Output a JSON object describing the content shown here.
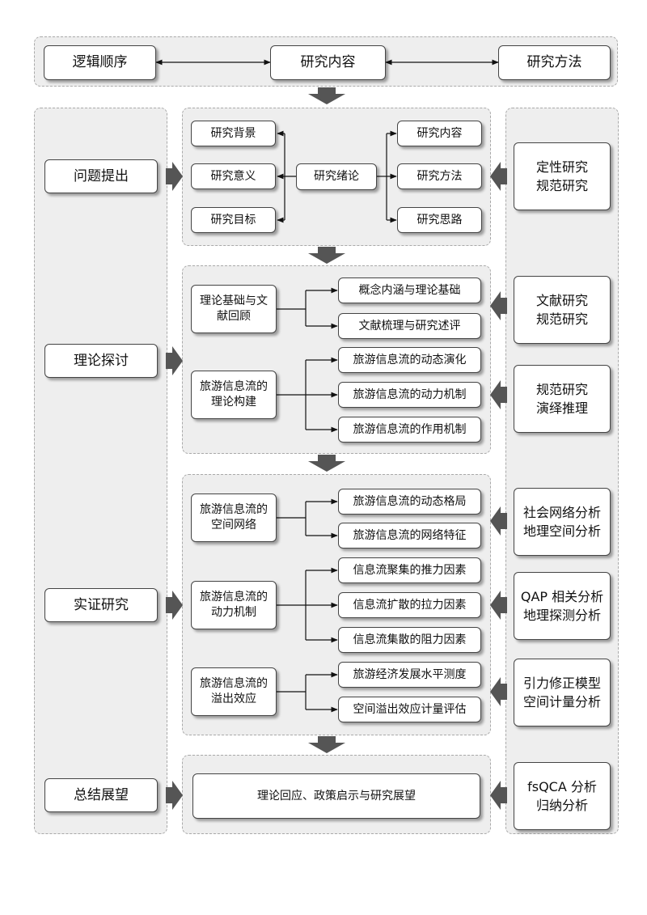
{
  "header": {
    "logic": "逻辑顺序",
    "content": "研究内容",
    "method": "研究方法"
  },
  "stages": {
    "s1": "问题提出",
    "s2": "理论探讨",
    "s3": "实证研究",
    "s4": "总结展望"
  },
  "sec1": {
    "center": "研究绪论",
    "left": [
      "研究背景",
      "研究意义",
      "研究目标"
    ],
    "right": [
      "研究内容",
      "研究方法",
      "研究思路"
    ]
  },
  "sec2": {
    "g1": {
      "label": "理论基础与文献回顾",
      "items": [
        "概念内涵与理论基础",
        "文献梳理与研究述评"
      ]
    },
    "g2": {
      "label": "旅游信息流的理论构建",
      "items": [
        "旅游信息流的动态演化",
        "旅游信息流的动力机制",
        "旅游信息流的作用机制"
      ]
    }
  },
  "sec3": {
    "g1": {
      "label": "旅游信息流的空间网络",
      "items": [
        "旅游信息流的动态格局",
        "旅游信息流的网络特征"
      ]
    },
    "g2": {
      "label": "旅游信息流的动力机制",
      "items": [
        "信息流聚集的推力因素",
        "信息流扩散的拉力因素",
        "信息流集散的阻力因素"
      ]
    },
    "g3": {
      "label": "旅游信息流的溢出效应",
      "items": [
        "旅游经济发展水平测度",
        "空间溢出效应计量评估"
      ]
    }
  },
  "sec4": {
    "item": "理论回应、政策启示与研究展望"
  },
  "methods": [
    [
      "定性研究",
      "规范研究"
    ],
    [
      "文献研究",
      "规范研究"
    ],
    [
      "规范研究",
      "演绎推理"
    ],
    [
      "社会网络分析",
      "地理空间分析"
    ],
    [
      "QAP 相关分析",
      "地理探测分析"
    ],
    [
      "引力修正模型",
      "空间计量分析"
    ],
    [
      "fsQCA 分析",
      "归纳分析"
    ]
  ]
}
